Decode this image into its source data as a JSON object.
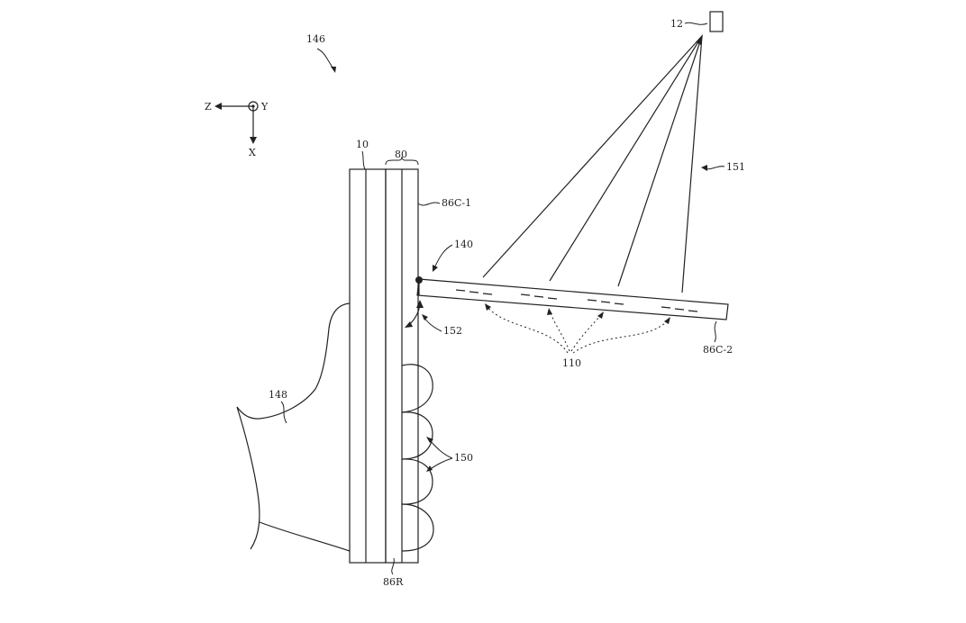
{
  "axes": {
    "z": "Z",
    "y": "Y",
    "x": "X"
  },
  "labels": {
    "ref_146": "146",
    "ref_12": "12",
    "ref_10": "10",
    "ref_80": "80",
    "ref_86c1": "86C-1",
    "ref_140": "140",
    "ref_151": "151",
    "ref_152": "152",
    "ref_110": "110",
    "ref_86c2": "86C-2",
    "ref_148": "148",
    "ref_150": "150",
    "ref_86r": "86R"
  }
}
